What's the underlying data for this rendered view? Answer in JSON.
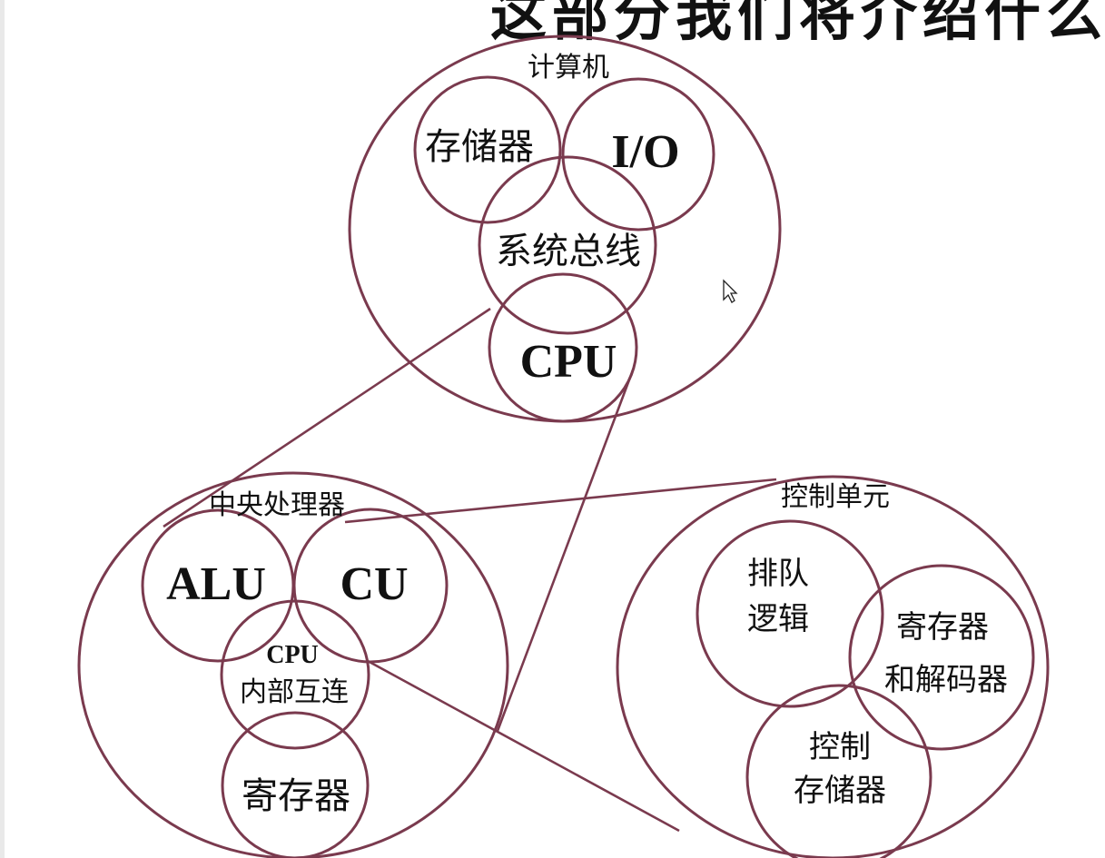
{
  "page_title_fragment": "这部分我们将介绍什么",
  "computer": {
    "label": "计算机",
    "memory": "存储器",
    "io": "I/O",
    "bus": "系统总线",
    "cpu": "CPU"
  },
  "cpu_detail": {
    "label": "中央处理器",
    "alu": "ALU",
    "cu": "CU",
    "interconnect_line1": "CPU",
    "interconnect_line2": "内部互连",
    "registers": "寄存器"
  },
  "control_unit": {
    "label": "控制单元",
    "sequencing_line1": "排队",
    "sequencing_line2": "逻辑",
    "decoder_line1": "寄存器",
    "decoder_line2": "和解码器",
    "control_memory_line1": "控制",
    "control_memory_line2": "存储器"
  },
  "colors": {
    "stroke": "#7a3a4e",
    "text": "#111111"
  },
  "icons": [
    "mouse-cursor-icon"
  ]
}
